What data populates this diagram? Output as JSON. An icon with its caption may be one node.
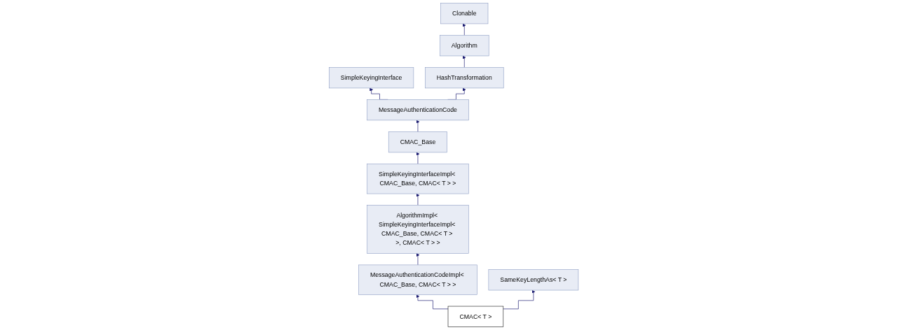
{
  "diagram": {
    "nodes": [
      {
        "text": [
          "Clonable"
        ]
      },
      {
        "text": [
          "Algorithm"
        ]
      },
      {
        "text": [
          "SimpleKeyingInterface"
        ]
      },
      {
        "text": [
          "HashTransformation"
        ]
      },
      {
        "text": [
          "MessageAuthenticationCode"
        ]
      },
      {
        "text": [
          "CMAC_Base"
        ]
      },
      {
        "text": [
          "SimpleKeyingInterfaceImpl< CMAC_Base, CMAC< T > >"
        ]
      },
      {
        "text": [
          "AlgorithmImpl< SimpleKeyingInterfaceImpl< CMAC_Base, CMAC< T > >, CMAC< T > >"
        ]
      },
      {
        "text": [
          "MessageAuthenticationCodeImpl< CMAC_Base, CMAC< T > >"
        ]
      },
      {
        "text": [
          "SameKeyLengthAs< T >"
        ]
      },
      {
        "text": [
          "CMAC< T >"
        ]
      }
    ],
    "edges": [
      {
        "from": 1,
        "to": 0,
        "arrow": "to"
      },
      {
        "from": 3,
        "to": 1,
        "arrow": "to"
      },
      {
        "from": 4,
        "to": 2,
        "arrow": "to"
      },
      {
        "from": 4,
        "to": 3,
        "arrow": "to"
      },
      {
        "from": 5,
        "to": 4,
        "arrow": "to"
      },
      {
        "from": 6,
        "to": 5,
        "arrow": "to"
      },
      {
        "from": 7,
        "to": 6,
        "arrow": "to"
      },
      {
        "from": 8,
        "to": 7,
        "arrow": "to"
      },
      {
        "from": 10,
        "to": 8,
        "arrow": "to"
      },
      {
        "from": 10,
        "to": 9,
        "arrow": "to"
      }
    ]
  }
}
